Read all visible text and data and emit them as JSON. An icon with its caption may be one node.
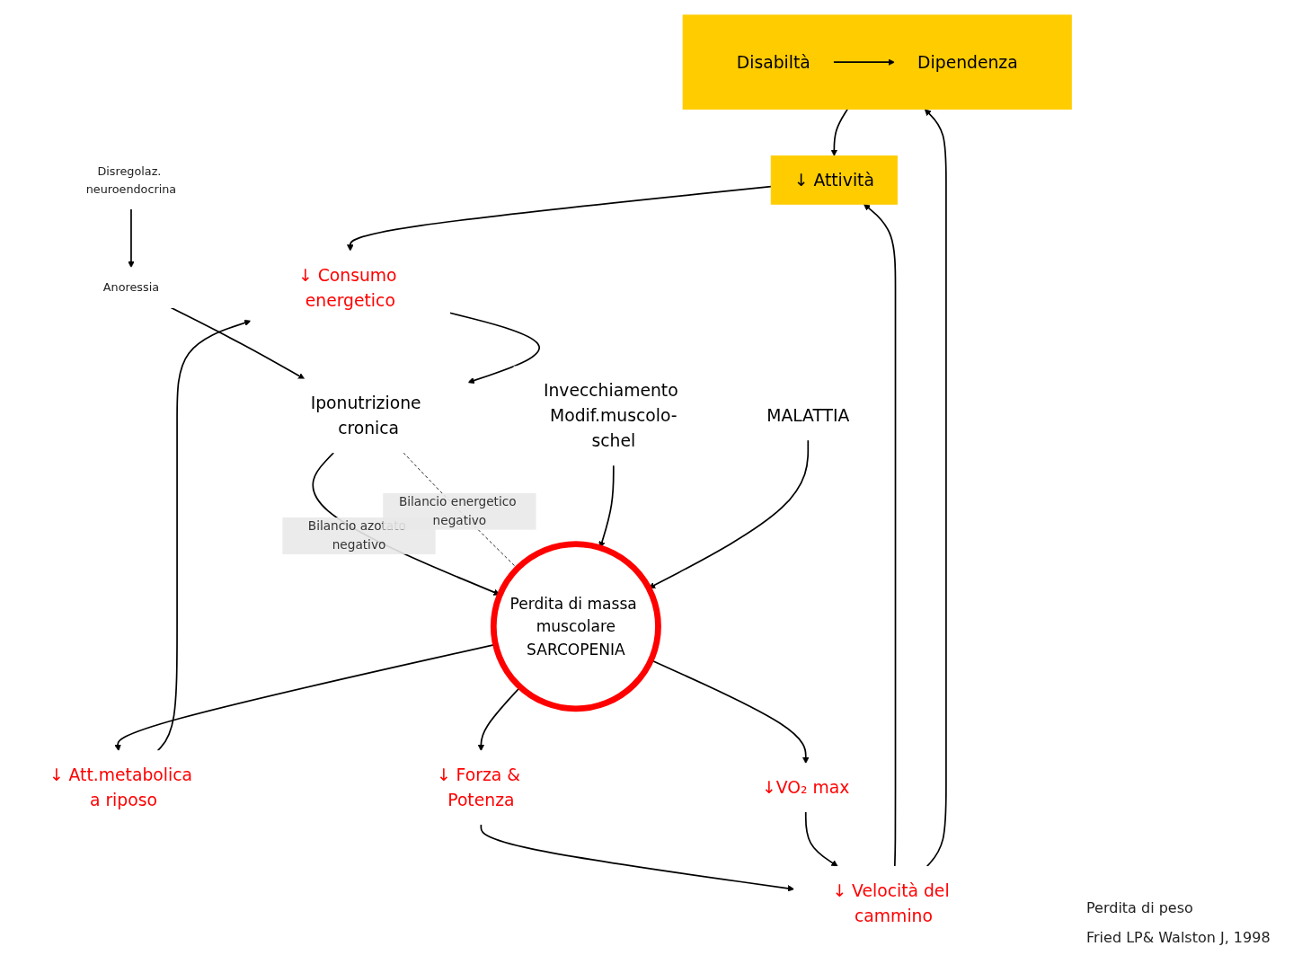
{
  "diagram": {
    "nodes": [
      {
        "text": [
          "Disregolaz. neuroendocrina"
        ]
      },
      {
        "text": [
          "Anoressia"
        ]
      },
      {
        "text": [
          "Iponutrizione cronica"
        ]
      },
      {
        "text": [
          "Invecchiamento Modif.muscolo-schel"
        ]
      },
      {
        "text": [
          "MALATTIA"
        ]
      },
      {
        "text": [
          "Perdita di massa muscolare",
          "SARCOPENIA"
        ]
      },
      {
        "text": [
          "↓ Consumo energetico"
        ]
      },
      {
        "text": [
          "↓ Attività"
        ]
      },
      {
        "text": [
          "↓ Att.metabolica a riposo"
        ]
      },
      {
        "text": [
          "↓ Velocità del cammino"
        ]
      },
      {
        "text": [
          "↓ Forza & Potenza"
        ]
      },
      {
        "text": [
          "↓VO₂ max"
        ]
      },
      {
        "text": [],
        "shape": "box"
      },
      {
        "text": [
          "Disabiltà"
        ],
        "in": 12
      },
      {
        "text": [
          "Dipendenza"
        ],
        "in": 12
      }
    ],
    "edges": [
      {
        "from": 0,
        "to": 1,
        "arrow": "to"
      },
      {
        "from": 1,
        "to": 2,
        "arrow": "to"
      },
      {
        "from": 6,
        "to": 2,
        "arrow": "to"
      },
      {
        "from": 2,
        "to": 5,
        "arrow": "to",
        "label": "Bilancio azotato negativo"
      },
      {
        "from": 2,
        "to": 5,
        "arrow": "none",
        "style": "dashed",
        "label": "Bilancio energetico negativo"
      },
      {
        "from": 3,
        "to": 5,
        "arrow": "to"
      },
      {
        "from": 4,
        "to": 5,
        "arrow": "to"
      },
      {
        "from": 5,
        "to": 8,
        "arrow": "to"
      },
      {
        "from": 5,
        "to": 10,
        "arrow": "to"
      },
      {
        "from": 5,
        "to": 11,
        "arrow": "to"
      },
      {
        "from": 8,
        "to": 6,
        "arrow": "to"
      },
      {
        "from": 7,
        "to": 6,
        "arrow": "to"
      },
      {
        "from": 9,
        "to": 7,
        "arrow": "to"
      },
      {
        "from": 10,
        "to": 9,
        "arrow": "to"
      },
      {
        "from": 11,
        "to": 9,
        "arrow": "to"
      },
      {
        "from": 9,
        "to": 12,
        "arrow": "to"
      },
      {
        "from": 12,
        "to": 7,
        "arrow": "to"
      },
      {
        "from": 13,
        "to": 14,
        "arrow": "to"
      }
    ],
    "labels": [
      "Perdita di peso",
      "Fried LP& Walston J, 1998"
    ]
  }
}
